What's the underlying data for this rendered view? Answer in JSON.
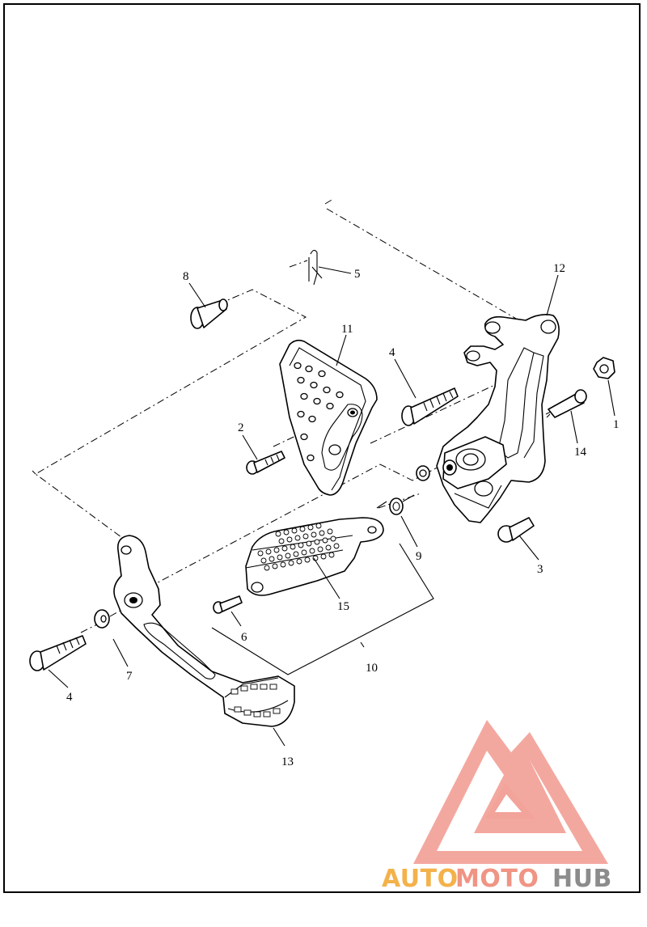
{
  "diagram": {
    "callouts": {
      "c1": "1",
      "c2": "2",
      "c3": "3",
      "c4a": "4",
      "c4b": "4",
      "c5": "5",
      "c6": "6",
      "c7": "7",
      "c8": "8",
      "c9": "9",
      "c10": "10",
      "c11": "11",
      "c12": "12",
      "c13": "13",
      "c14": "14",
      "c15": "15"
    }
  },
  "watermark": {
    "part1": "AUTO",
    "part2": "MOTO",
    "part3": "HUB",
    "colors": {
      "auto": "#F3B24A",
      "moto": "#F09484",
      "hub": "#8C8C8C",
      "triangle": "#F2A39A"
    }
  }
}
